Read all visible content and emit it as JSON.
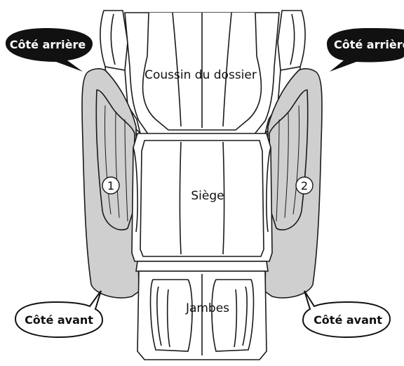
{
  "labels": {
    "back_cushion": "Coussin du dossier",
    "seat": "Siège",
    "legs": "Jambes",
    "rear_side_left": "Côté arrière",
    "rear_side_right": "Côté arrière",
    "front_side_left": "Côté avant",
    "front_side_right": "Côté avant",
    "marker_1": "1",
    "marker_2": "2"
  },
  "colors": {
    "line": "#1a1a1a",
    "armrest_fill": "#cfcfcf",
    "chair_fill": "#ffffff",
    "dark_bubble": "#111111",
    "dark_bubble_text": "#ffffff",
    "light_bubble_text": "#111111"
  }
}
